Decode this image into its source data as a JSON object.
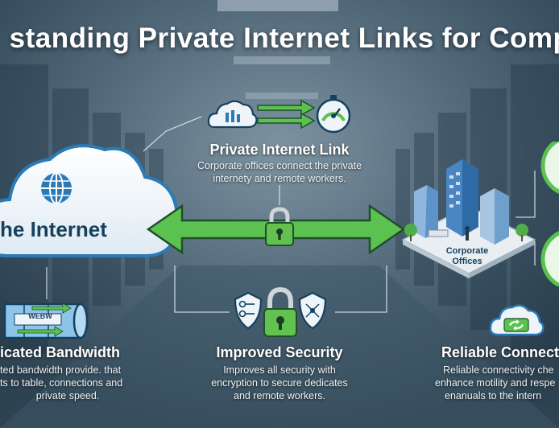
{
  "title": "standing Private Internet Links for Comp",
  "cloud": {
    "label": "he Internet"
  },
  "private_link": {
    "heading": "Private Internet Link",
    "desc_1": "Corporate offices connect the private",
    "desc_2": "internety and remote workers."
  },
  "office": {
    "label_1": "Corporate",
    "label_2": "Offices"
  },
  "bandwidth": {
    "tube_label": "WEBW",
    "heading": "icated Bandwidth",
    "desc_1": "ted bandwidth provide. that",
    "desc_2": "ts to table, connections and",
    "desc_3": "private speed."
  },
  "security": {
    "heading": "Improved Security",
    "desc_1": "Improves all security with",
    "desc_2": "encryption to secure dedicates",
    "desc_3": "and remote workers."
  },
  "reliable": {
    "heading": "Reliable Connect",
    "desc_1": "Reliable connectivity che",
    "desc_2": "enhance motility and respe",
    "desc_3": "enanuals to the intern"
  },
  "colors": {
    "green": "#5cc24f",
    "navy": "#15415f",
    "blue": "#2a7ab8"
  }
}
